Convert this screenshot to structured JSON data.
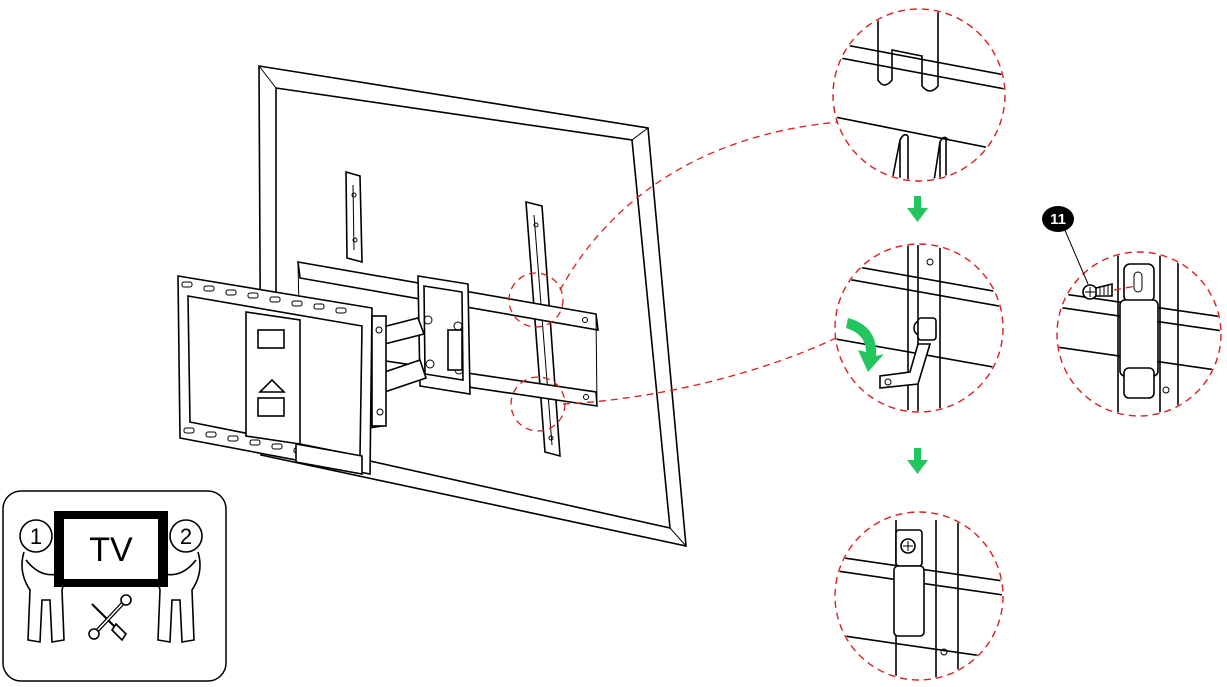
{
  "badge": {
    "tv_label": "TV",
    "person_1": "1",
    "person_2": "2"
  },
  "callout": {
    "part_number": "11"
  },
  "colors": {
    "zoom_circle": "#d81e1e",
    "arrow": "#22c55e",
    "line": "#000000"
  },
  "icons": [
    "two-person-lift-icon",
    "screwdriver-icon",
    "wrench-icon",
    "down-arrow-icon",
    "rotate-arrow-icon",
    "screw-icon"
  ]
}
